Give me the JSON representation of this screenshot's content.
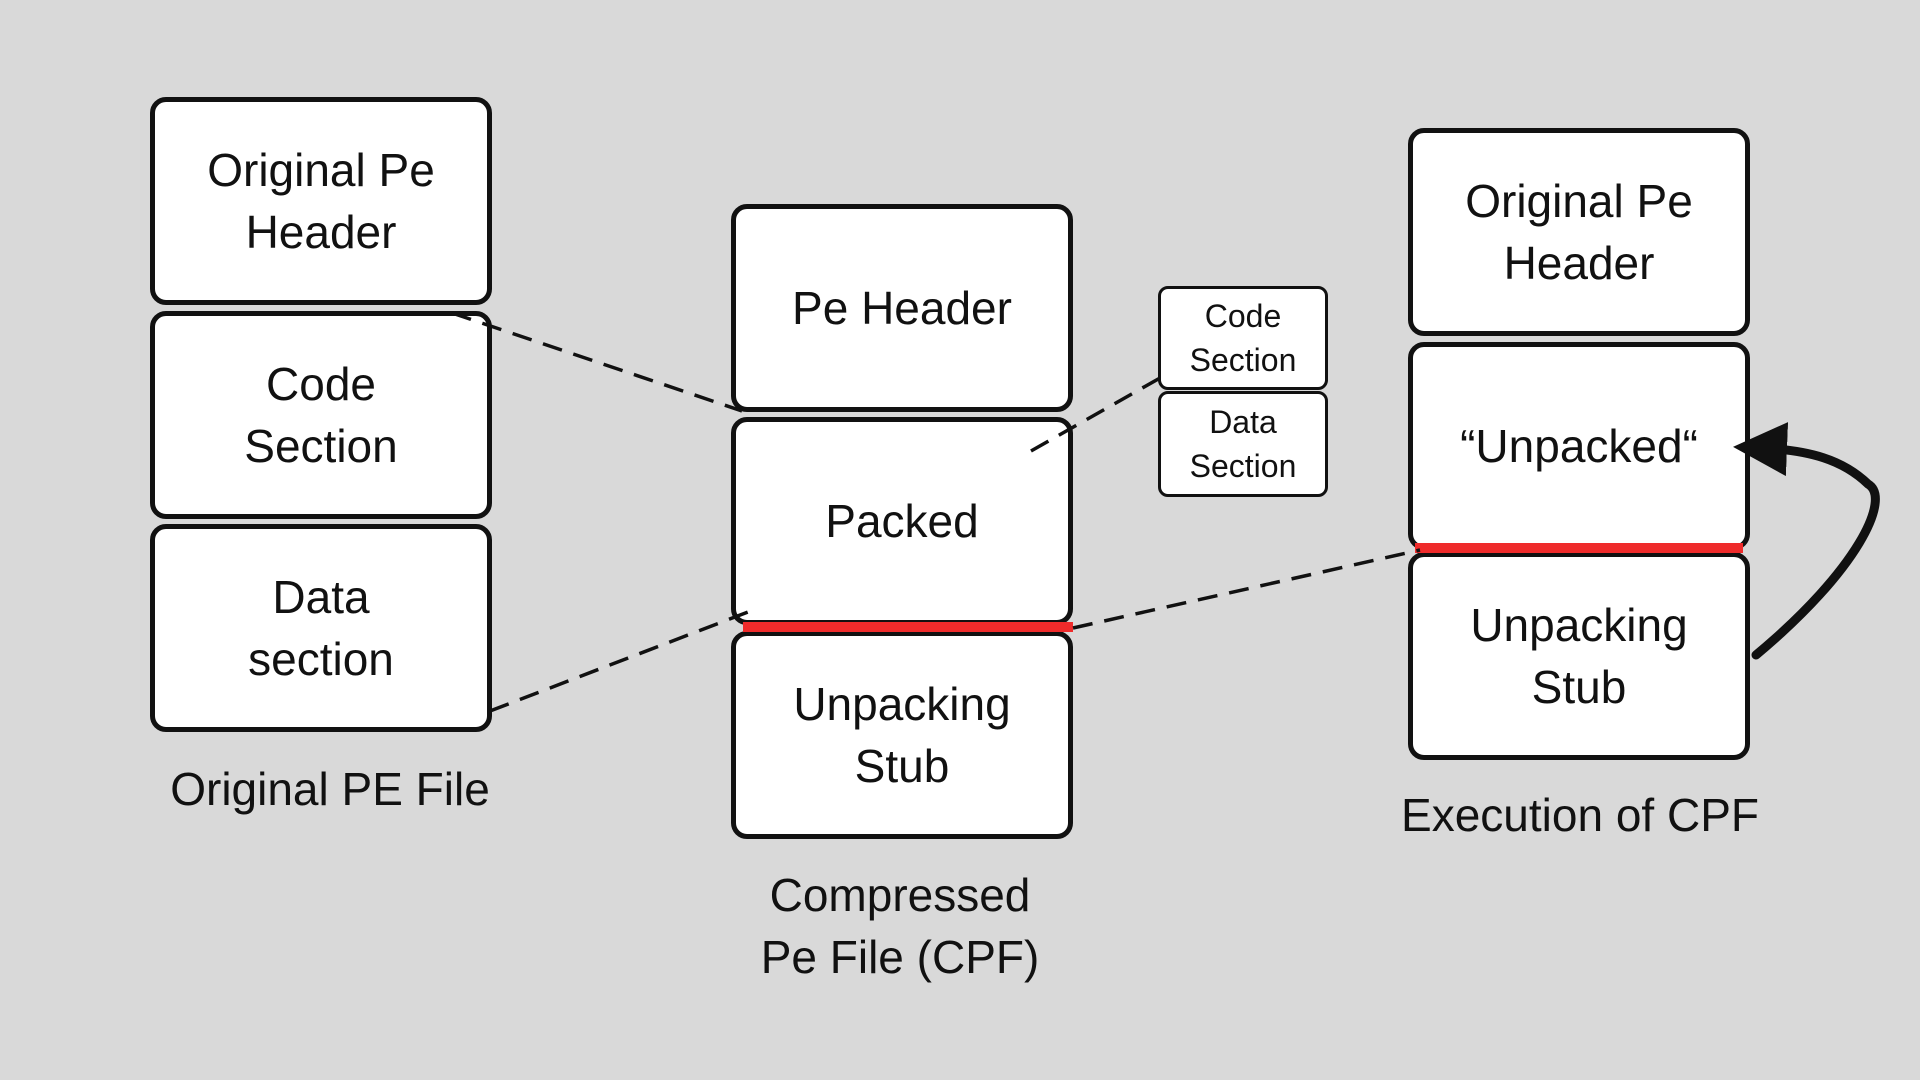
{
  "colors": {
    "background": "#d9d9d9",
    "box_fill": "#ffffff",
    "stroke": "#111111",
    "divider": "#ef2b2b"
  },
  "left": {
    "header": "Original Pe\nHeader",
    "code": "Code\nSection",
    "data": "Data\nsection",
    "caption": "Original PE File"
  },
  "middle": {
    "header": "Pe Header",
    "packed": "Packed",
    "stub": "Unpacking\nStub",
    "caption": "Compressed\n Pe File (CPF)"
  },
  "packed_contents": {
    "code": "Code\nSection",
    "data": "Data\nSection"
  },
  "right": {
    "header": "Original Pe\nHeader",
    "unpacked": "“Unpacked“",
    "stub": "Unpacking\nStub",
    "caption": "Execution of  CPF"
  }
}
